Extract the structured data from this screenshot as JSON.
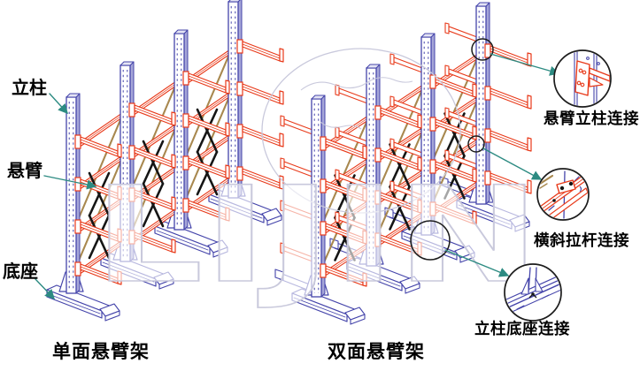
{
  "watermark": {
    "text": "LIJIN"
  },
  "part_labels": {
    "column": "立柱",
    "arm": "悬臂",
    "base": "底座"
  },
  "racks": {
    "single": {
      "caption": "单面悬臂架",
      "columns": 4,
      "arm_levels": 4,
      "sides": 1
    },
    "double": {
      "caption": "双面悬臂架",
      "columns": 4,
      "arm_levels": 4,
      "sides": 2
    }
  },
  "detail_callouts": {
    "arm_column": {
      "label": "悬臂立柱连接"
    },
    "tie_rod": {
      "label": "横斜拉杆连接"
    },
    "column_base": {
      "label": "立柱底座连接"
    }
  },
  "colors": {
    "column_blue": "#4444aa",
    "column_shade": "#a6a6d8",
    "cap_fill": "#e4e4f4",
    "arm_red": "#e83a1a",
    "tie_tan": "#a8884f",
    "brace_black": "#151515",
    "callout_teal": "#2d8b82",
    "detail_ring": "#1c1c1c",
    "watermark_gray": "#c9c9dc",
    "background": "#ffffff",
    "text": "#000000"
  }
}
